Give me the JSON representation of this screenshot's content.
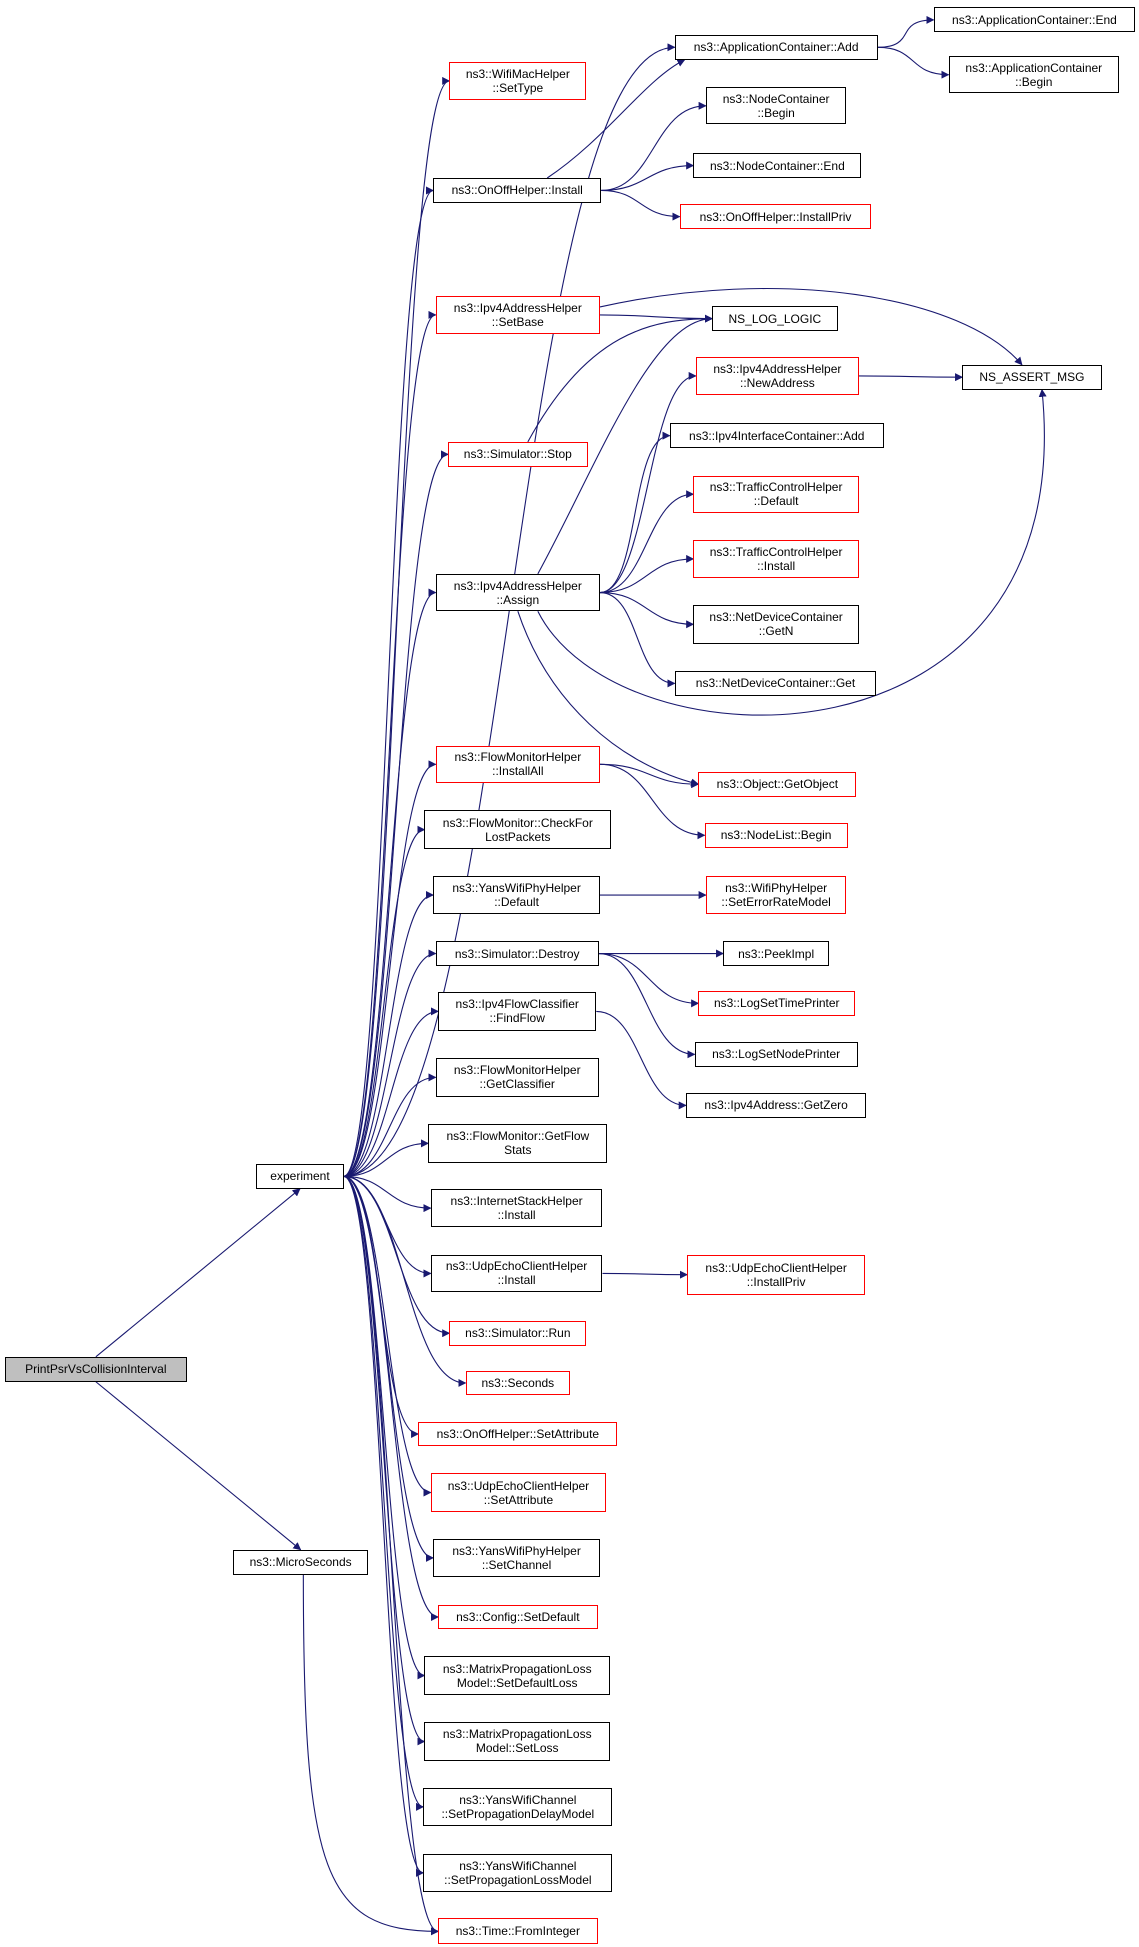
{
  "diagram": {
    "colors": {
      "edge": "#191970",
      "box_border": "#000000",
      "truncated_border": "#ff0000",
      "root_fill": "#bfbfbf"
    },
    "nodes": [
      {
        "id": "print",
        "label": "PrintPsrVsCollisionInterval",
        "style": "root"
      },
      {
        "id": "experiment",
        "label": "experiment",
        "style": "normal"
      },
      {
        "id": "microseconds",
        "label": "ns3::MicroSeconds",
        "style": "normal"
      },
      {
        "id": "wifimac_settype",
        "label": "ns3::WifiMacHelper\n::SetType",
        "style": "red"
      },
      {
        "id": "appc_add",
        "label": "ns3::ApplicationContainer::Add",
        "style": "normal"
      },
      {
        "id": "appc_end",
        "label": "ns3::ApplicationContainer::End",
        "style": "normal"
      },
      {
        "id": "appc_begin",
        "label": "ns3::ApplicationContainer\n::Begin",
        "style": "normal"
      },
      {
        "id": "nodec_begin",
        "label": "ns3::NodeContainer\n::Begin",
        "style": "normal"
      },
      {
        "id": "onoff_install",
        "label": "ns3::OnOffHelper::Install",
        "style": "normal"
      },
      {
        "id": "nodec_end",
        "label": "ns3::NodeContainer::End",
        "style": "normal"
      },
      {
        "id": "onoff_installpriv",
        "label": "ns3::OnOffHelper::InstallPriv",
        "style": "red"
      },
      {
        "id": "ipv4ah_setbase",
        "label": "ns3::Ipv4AddressHelper\n::SetBase",
        "style": "red"
      },
      {
        "id": "ns_log_logic",
        "label": "NS_LOG_LOGIC",
        "style": "normal"
      },
      {
        "id": "ns_assert_msg",
        "label": "NS_ASSERT_MSG",
        "style": "normal"
      },
      {
        "id": "ipv4ah_newaddress",
        "label": "ns3::Ipv4AddressHelper\n::NewAddress",
        "style": "red"
      },
      {
        "id": "sim_stop",
        "label": "ns3::Simulator::Stop",
        "style": "red"
      },
      {
        "id": "ipv4ic_add",
        "label": "ns3::Ipv4InterfaceContainer::Add",
        "style": "normal"
      },
      {
        "id": "tch_default",
        "label": "ns3::TrafficControlHelper\n::Default",
        "style": "red"
      },
      {
        "id": "tch_install",
        "label": "ns3::TrafficControlHelper\n::Install",
        "style": "red"
      },
      {
        "id": "ipv4ah_assign",
        "label": "ns3::Ipv4AddressHelper\n::Assign",
        "style": "normal"
      },
      {
        "id": "ndc_getn",
        "label": "ns3::NetDeviceContainer\n::GetN",
        "style": "normal"
      },
      {
        "id": "ndc_get",
        "label": "ns3::NetDeviceContainer::Get",
        "style": "normal"
      },
      {
        "id": "fmh_installall",
        "label": "ns3::FlowMonitorHelper\n::InstallAll",
        "style": "red"
      },
      {
        "id": "obj_getobject",
        "label": "ns3::Object::GetObject",
        "style": "red"
      },
      {
        "id": "nodelist_begin",
        "label": "ns3::NodeList::Begin",
        "style": "red"
      },
      {
        "id": "fm_checkfor",
        "label": "ns3::FlowMonitor::CheckFor\nLostPackets",
        "style": "normal"
      },
      {
        "id": "ywph_default",
        "label": "ns3::YansWifiPhyHelper\n::Default",
        "style": "normal"
      },
      {
        "id": "wph_seterm",
        "label": "ns3::WifiPhyHelper\n::SetErrorRateModel",
        "style": "red"
      },
      {
        "id": "sim_destroy",
        "label": "ns3::Simulator::Destroy",
        "style": "normal"
      },
      {
        "id": "peekimpl",
        "label": "ns3::PeekImpl",
        "style": "normal"
      },
      {
        "id": "logsettimeprinter",
        "label": "ns3::LogSetTimePrinter",
        "style": "red"
      },
      {
        "id": "logsetnodeprinter",
        "label": "ns3::LogSetNodePrinter",
        "style": "normal"
      },
      {
        "id": "ipv4fc_findflow",
        "label": "ns3::Ipv4FlowClassifier\n::FindFlow",
        "style": "normal"
      },
      {
        "id": "ipv4addr_getzero",
        "label": "ns3::Ipv4Address::GetZero",
        "style": "normal"
      },
      {
        "id": "fmh_getclassifier",
        "label": "ns3::FlowMonitorHelper\n::GetClassifier",
        "style": "normal"
      },
      {
        "id": "fm_getflowstats",
        "label": "ns3::FlowMonitor::GetFlow\nStats",
        "style": "normal"
      },
      {
        "id": "ish_install",
        "label": "ns3::InternetStackHelper\n::Install",
        "style": "normal"
      },
      {
        "id": "uech_install",
        "label": "ns3::UdpEchoClientHelper\n::Install",
        "style": "normal"
      },
      {
        "id": "uech_installpriv",
        "label": "ns3::UdpEchoClientHelper\n::InstallPriv",
        "style": "red"
      },
      {
        "id": "sim_run",
        "label": "ns3::Simulator::Run",
        "style": "red"
      },
      {
        "id": "seconds",
        "label": "ns3::Seconds",
        "style": "red"
      },
      {
        "id": "onoff_setattr",
        "label": "ns3::OnOffHelper::SetAttribute",
        "style": "red"
      },
      {
        "id": "uech_setattr",
        "label": "ns3::UdpEchoClientHelper\n::SetAttribute",
        "style": "red"
      },
      {
        "id": "ywph_setchannel",
        "label": "ns3::YansWifiPhyHelper\n::SetChannel",
        "style": "normal"
      },
      {
        "id": "config_setdefault",
        "label": "ns3::Config::SetDefault",
        "style": "red"
      },
      {
        "id": "mplm_setdefaultloss",
        "label": "ns3::MatrixPropagationLoss\nModel::SetDefaultLoss",
        "style": "normal"
      },
      {
        "id": "mplm_setloss",
        "label": "ns3::MatrixPropagationLoss\nModel::SetLoss",
        "style": "normal"
      },
      {
        "id": "ywc_setpropdelay",
        "label": "ns3::YansWifiChannel\n::SetPropagationDelayModel",
        "style": "normal"
      },
      {
        "id": "ywc_setproploss",
        "label": "ns3::YansWifiChannel\n::SetPropagationLossModel",
        "style": "normal"
      },
      {
        "id": "time_frominteger",
        "label": "ns3::Time::FromInteger",
        "style": "red"
      }
    ]
  }
}
